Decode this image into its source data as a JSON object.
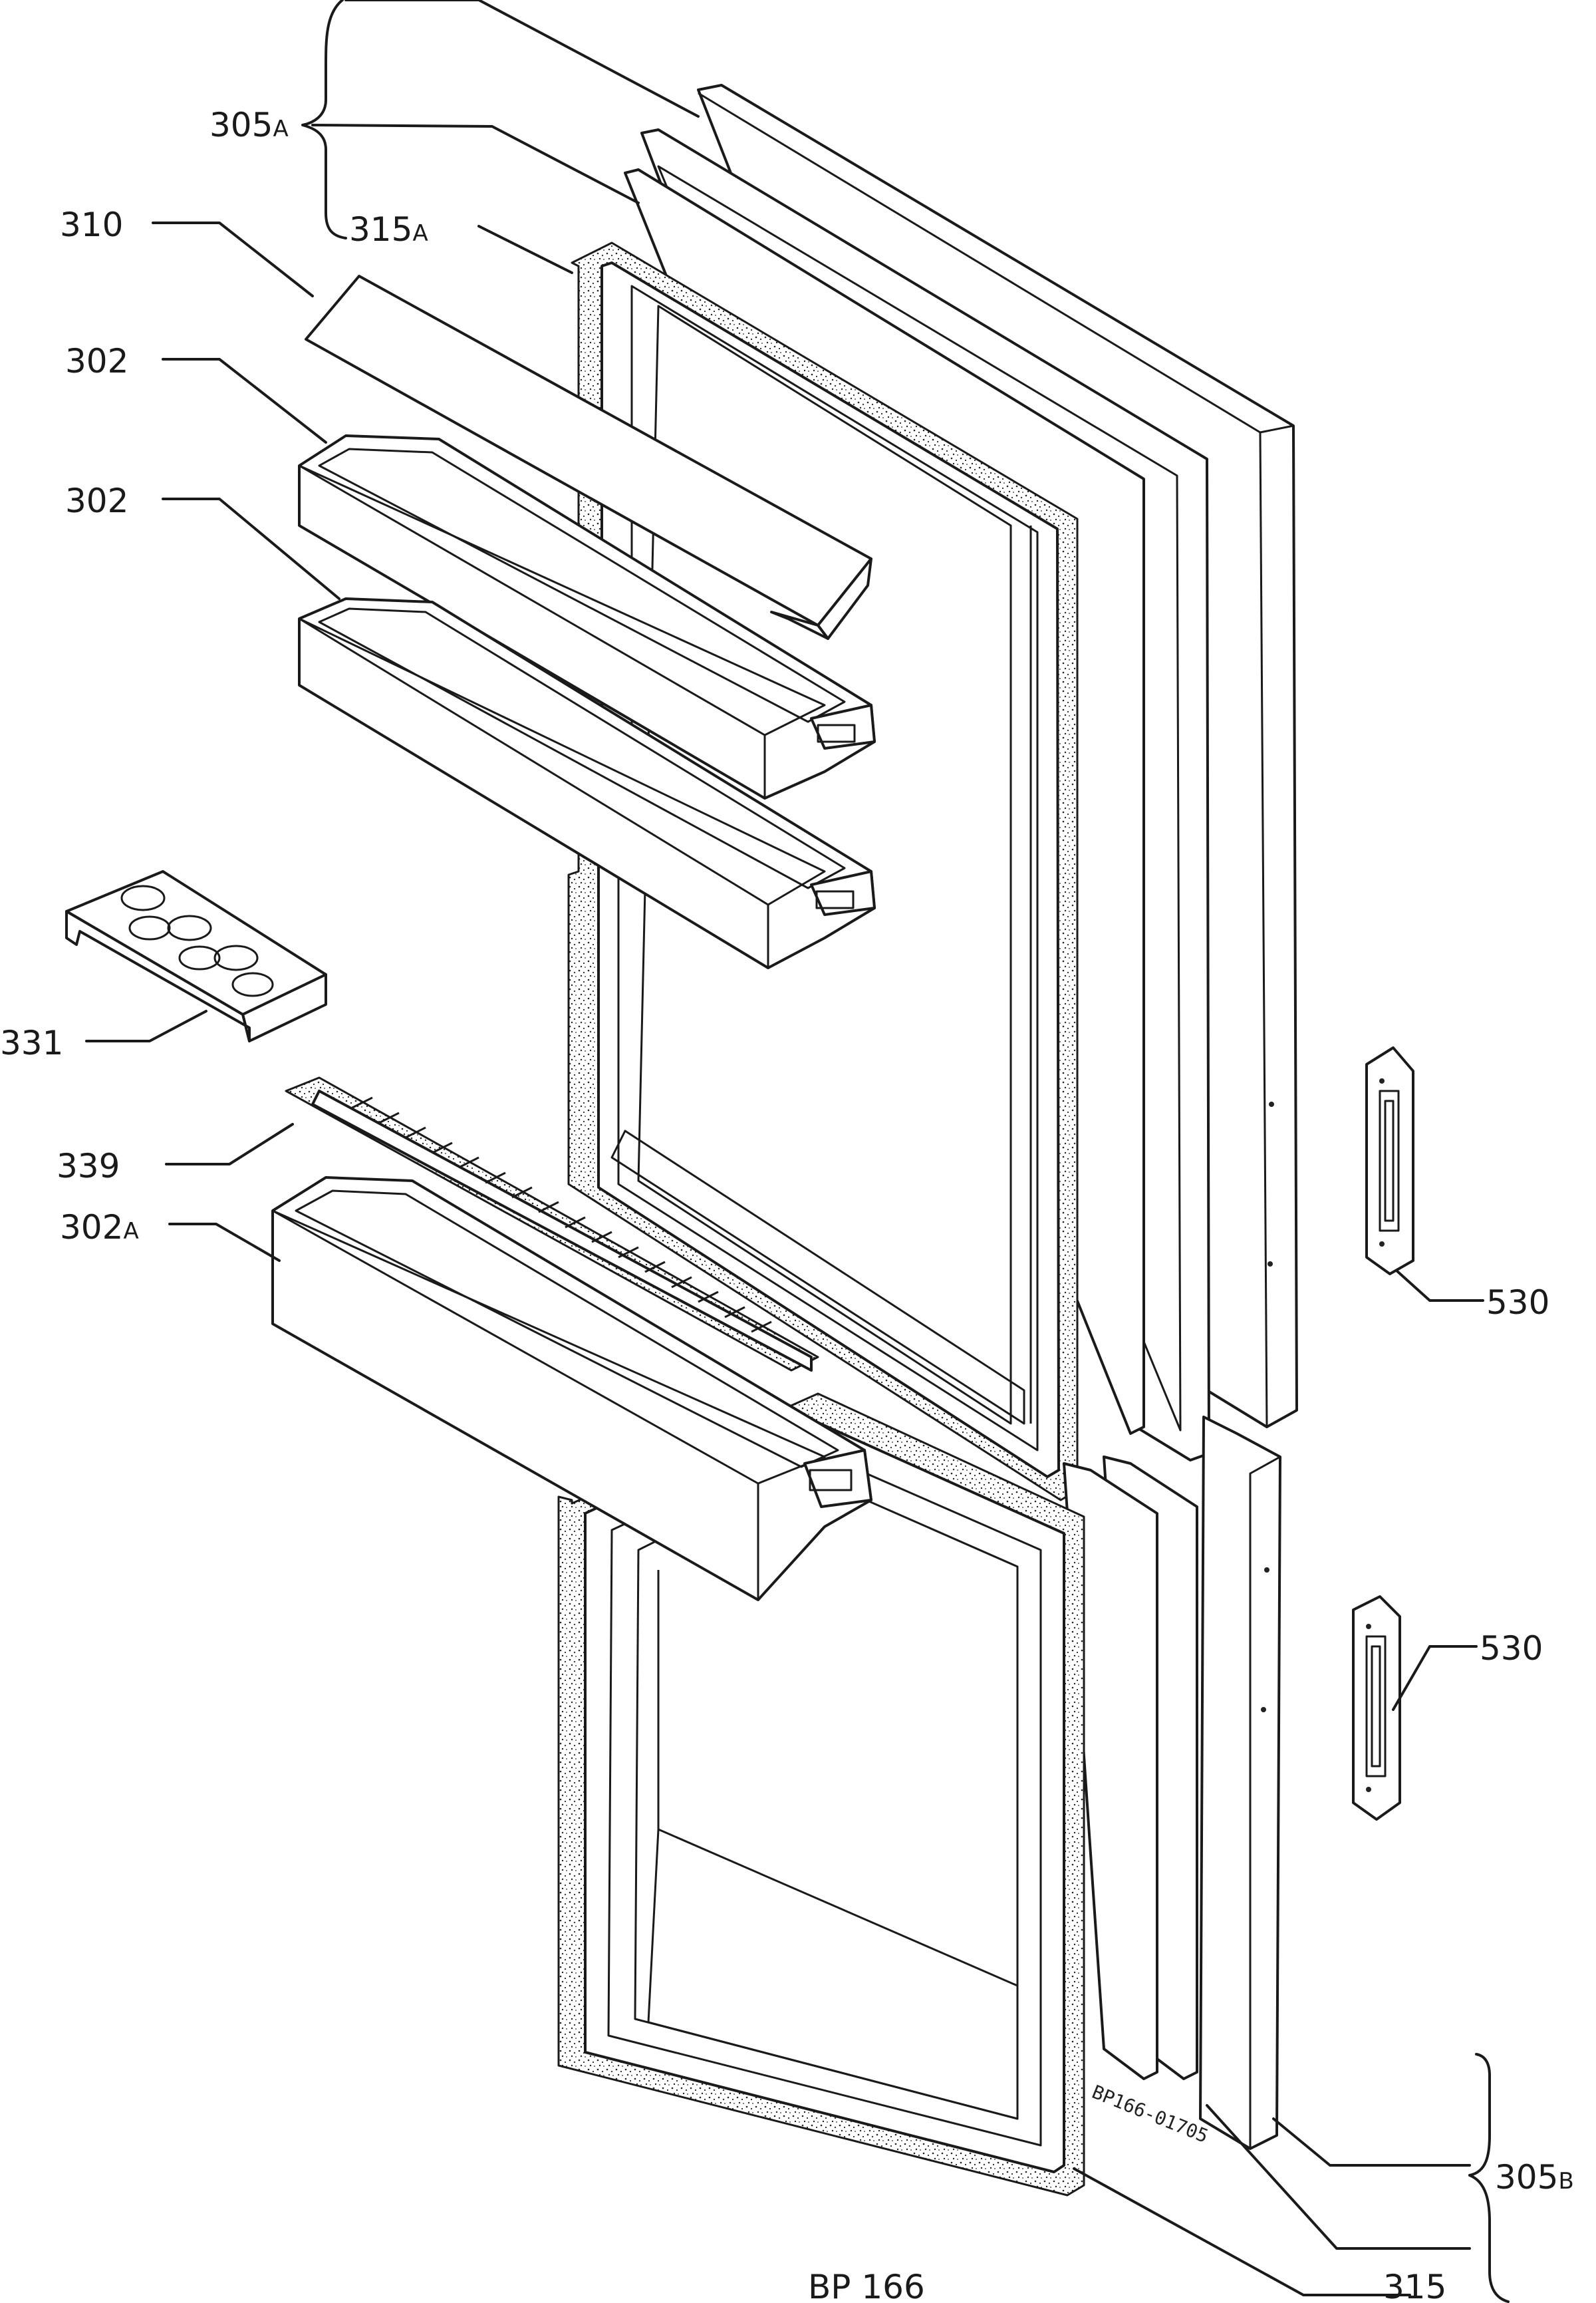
{
  "labels": {
    "l305a": "305",
    "l305a_sub": "A",
    "l310": "310",
    "l315a": "315",
    "l315a_sub": "A",
    "l302_1": "302",
    "l302_2": "302",
    "l331": "331",
    "l339": "339",
    "l302a": "302",
    "l302a_sub": "A",
    "l530_1": "530",
    "l530_2": "530",
    "l305b": "305",
    "l305b_sub": "B",
    "l315": "315"
  },
  "stamp": "BP166-01705",
  "caption": "BP 166"
}
